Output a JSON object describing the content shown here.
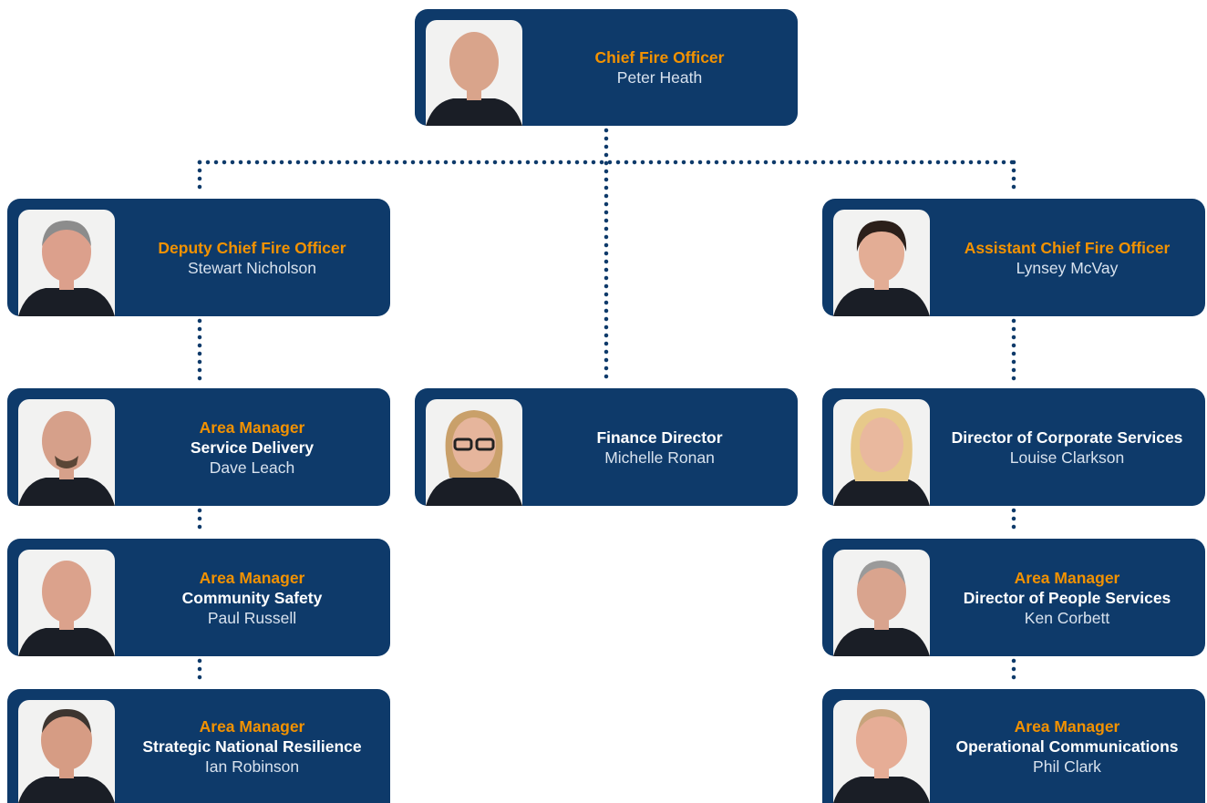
{
  "colors": {
    "card": "#0e3a6a",
    "role": "#f39200",
    "dots": "#0e3a6a"
  },
  "cards": {
    "ceo": {
      "role": "Chief Fire Officer",
      "title": "",
      "name": "Peter Heath"
    },
    "deputy": {
      "role": "Deputy Chief Fire Officer",
      "title": "",
      "name": "Stewart Nicholson"
    },
    "assistant": {
      "role": "Assistant Chief Fire Officer",
      "title": "",
      "name": "Lynsey McVay"
    },
    "am1": {
      "role": "Area Manager",
      "title": "Service Delivery",
      "name": "Dave Leach"
    },
    "finance": {
      "role": "",
      "title": "Finance Director",
      "name": "Michelle Ronan"
    },
    "corporate": {
      "role": "",
      "title": "Director of Corporate Services",
      "name": "Louise Clarkson"
    },
    "am2": {
      "role": "Area Manager",
      "title": "Community Safety",
      "name": "Paul Russell"
    },
    "am3": {
      "role": "Area Manager",
      "title": "Director of People Services",
      "name": "Ken Corbett"
    },
    "am4": {
      "role": "Area Manager",
      "title": "Strategic National Resilience",
      "name": "Ian Robinson"
    },
    "am5": {
      "role": "Area Manager",
      "title": "Operational Communications",
      "name": "Phil Clark"
    }
  }
}
